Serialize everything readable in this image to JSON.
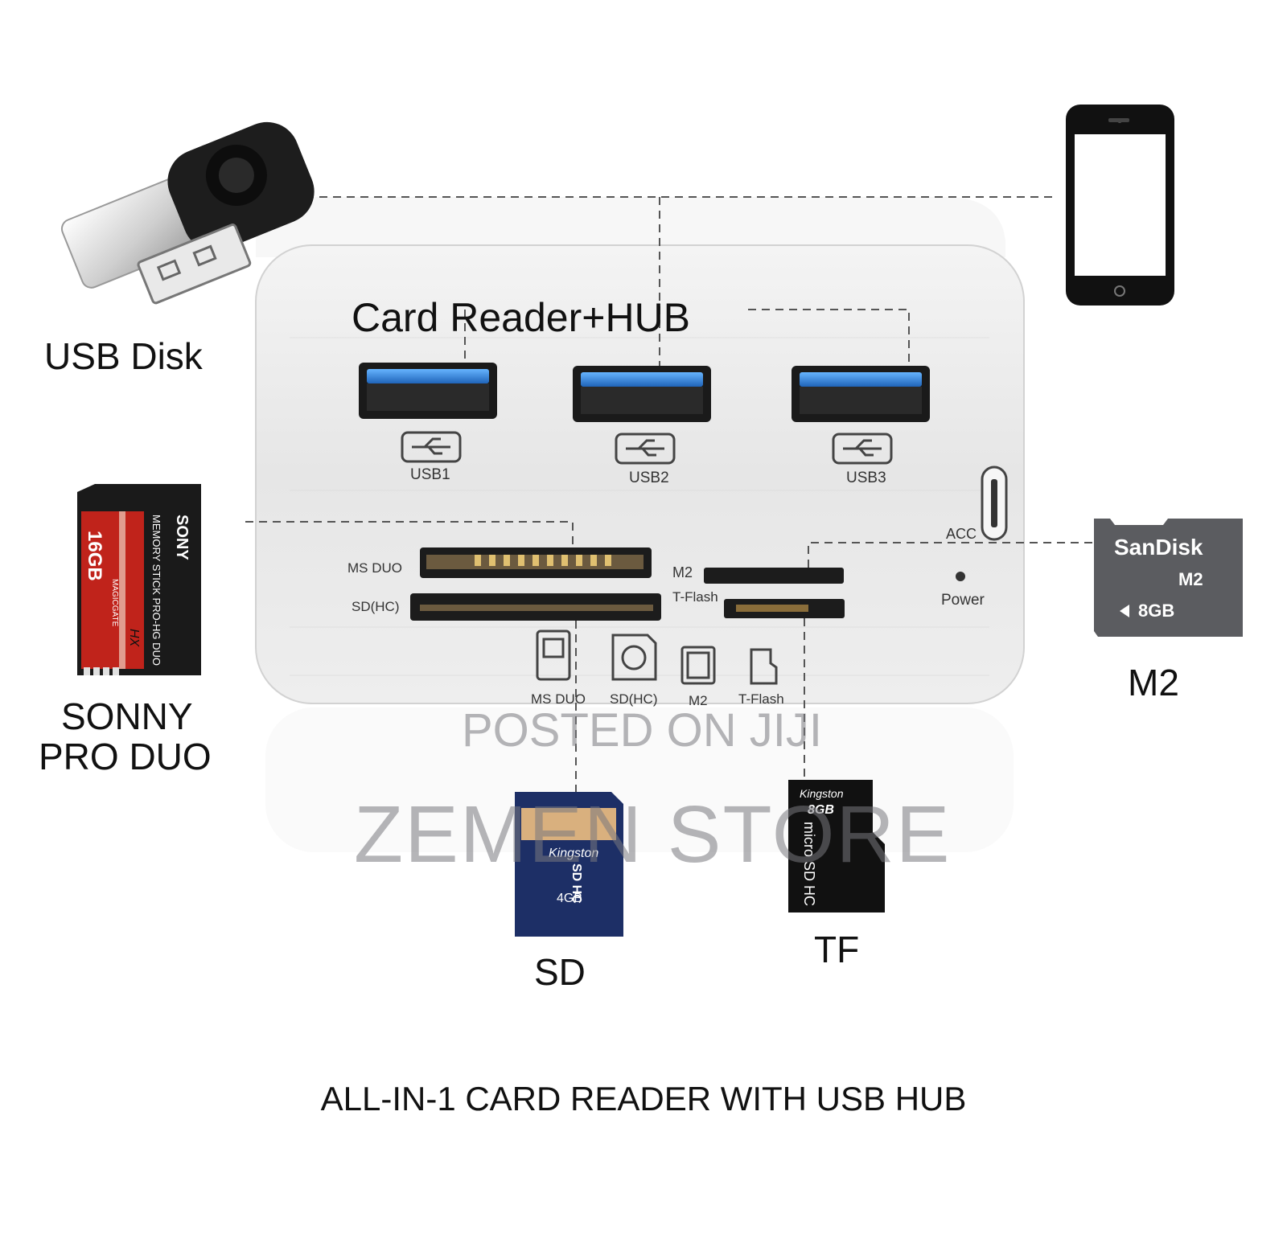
{
  "hub": {
    "title": "Card Reader+HUB",
    "ports": [
      "USB1",
      "USB2",
      "USB3"
    ],
    "acc_label": "ACC",
    "power_label": "Power",
    "slots": {
      "ms_duo": "MS DUO",
      "sd_hc": "SD(HC)",
      "m2": "M2",
      "t_flash": "T-Flash"
    },
    "bottom_icons": [
      "MS DUO",
      "SD(HC)",
      "M2",
      "T-Flash"
    ]
  },
  "devices": {
    "usb_disk": {
      "label": "USB Disk"
    },
    "sony": {
      "label_line1": "SONNY",
      "label_line2": "PRO DUO",
      "card_brand": "SONY",
      "card_capacity": "16GB",
      "card_text": "MEMORY STICK PRO-HG DUO",
      "card_mark": "HX",
      "card_gate": "MAGICGATE"
    },
    "m2": {
      "label": "M2",
      "card_brand": "SanDisk",
      "card_type": "M2",
      "card_capacity": "8GB"
    },
    "sd": {
      "label": "SD",
      "card_brand": "Kingston",
      "card_type": "SD HC",
      "card_capacity": "4GB"
    },
    "tf": {
      "label": "TF",
      "card_brand": "Kingston",
      "card_capacity": "8GB",
      "card_type": "micro SD HC"
    }
  },
  "watermarks": {
    "line1": "POSTED ON JIJI",
    "line2": "ZEMEN STORE"
  },
  "footer": {
    "caption": "ALL-IN-1 CARD READER WITH USB HUB"
  },
  "colors": {
    "usb_blue": "#2b7fd6",
    "sd_blue": "#1d2f66",
    "ms_red": "#c0231b",
    "m2_grey": "#5b5c60"
  }
}
